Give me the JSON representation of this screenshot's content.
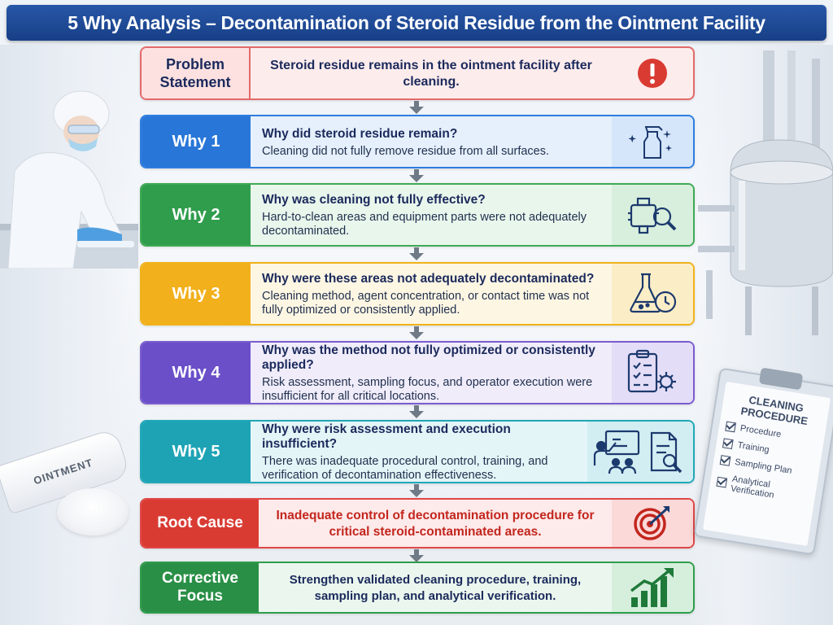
{
  "title": "5 Why Analysis – Decontamination of Steroid Residue from the Ointment Facility",
  "problem": {
    "label": "Problem Statement",
    "text": "Steroid residue remains in the ointment facility after cleaning.",
    "icon": "exclamation-icon",
    "color": "#d93b33"
  },
  "whys": [
    {
      "label": "Why 1",
      "question": "Why did steroid residue remain?",
      "answer": "Cleaning did not fully remove residue from all surfaces.",
      "icon": "spray-bottle-icon",
      "color": "#2876d8"
    },
    {
      "label": "Why 2",
      "question": "Why was cleaning not fully effective?",
      "answer": "Hard-to-clean areas and equipment parts were not adequately decontaminated.",
      "icon": "equipment-magnifier-icon",
      "color": "#2f9d4c"
    },
    {
      "label": "Why 3",
      "question": "Why were these areas not adequately decontaminated?",
      "answer": "Cleaning method, agent concentration, or contact time was not fully optimized or consistently applied.",
      "icon": "flask-clock-icon",
      "color": "#f2b01c"
    },
    {
      "label": "Why 4",
      "question": "Why was the method not fully optimized or consistently applied?",
      "answer": "Risk assessment, sampling focus, and operator execution were insufficient for all critical locations.",
      "icon": "checklist-gear-icon",
      "color": "#6a4fc9"
    },
    {
      "label": "Why 5",
      "question": "Why were risk assessment and execution insufficient?",
      "answer": "There was inadequate procedural control, training, and verification of decontamination effectiveness.",
      "icon": "training-document-icon",
      "color": "#1ea3b5"
    }
  ],
  "root_cause": {
    "label": "Root Cause",
    "text": "Inadequate control of decontamination procedure for critical steroid-contaminated areas.",
    "icon": "target-icon",
    "color": "#d93b33"
  },
  "corrective": {
    "label": "Corrective Focus",
    "text": "Strengthen validated cleaning procedure, training, sampling plan, and analytical verification.",
    "icon": "growth-chart-icon",
    "color": "#2a8f46"
  },
  "clipboard": {
    "title": "CLEANING PROCEDURE",
    "items": [
      "Procedure",
      "Training",
      "Sampling Plan",
      "Analytical Verification"
    ]
  },
  "tube_label": "OINTMENT"
}
